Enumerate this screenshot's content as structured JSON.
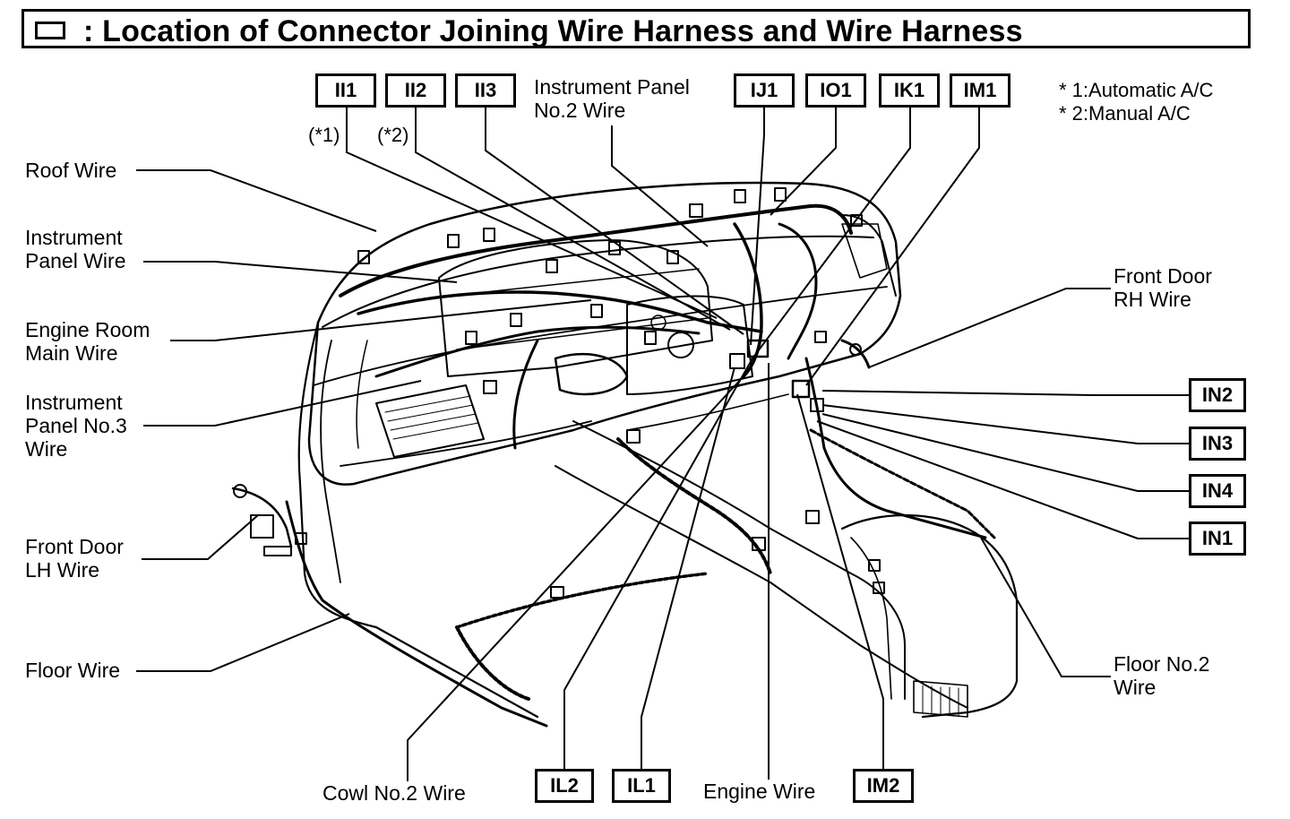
{
  "title": {
    "text": ": Location of Connector Joining Wire Harness and Wire Harness"
  },
  "notes": {
    "automatic_ac": "* 1:Automatic A/C",
    "manual_ac": "* 2:Manual A/C",
    "star1": "(*1)",
    "star2": "(*2)"
  },
  "connectors": {
    "II1": "II1",
    "II2": "II2",
    "II3": "II3",
    "IJ1": "IJ1",
    "IO1": "IO1",
    "IK1": "IK1",
    "IM1": "IM1",
    "IN2": "IN2",
    "IN3": "IN3",
    "IN4": "IN4",
    "IN1": "IN1",
    "IL2": "IL2",
    "IL1": "IL1",
    "IM2": "IM2"
  },
  "wire_labels": {
    "instrument_panel_no2": [
      "Instrument Panel",
      "No.2 Wire"
    ],
    "roof": "Roof Wire",
    "instrument_panel": [
      "Instrument",
      "Panel Wire"
    ],
    "engine_room_main": [
      "Engine Room",
      "Main Wire"
    ],
    "instrument_panel_no3": [
      "Instrument",
      "Panel No.3",
      "Wire"
    ],
    "front_door_lh": [
      "Front Door",
      "LH Wire"
    ],
    "floor": "Floor Wire",
    "front_door_rh": [
      "Front Door",
      "RH Wire"
    ],
    "floor_no2": [
      "Floor No.2",
      "Wire"
    ],
    "cowl_no2": "Cowl No.2 Wire",
    "engine": "Engine Wire"
  }
}
